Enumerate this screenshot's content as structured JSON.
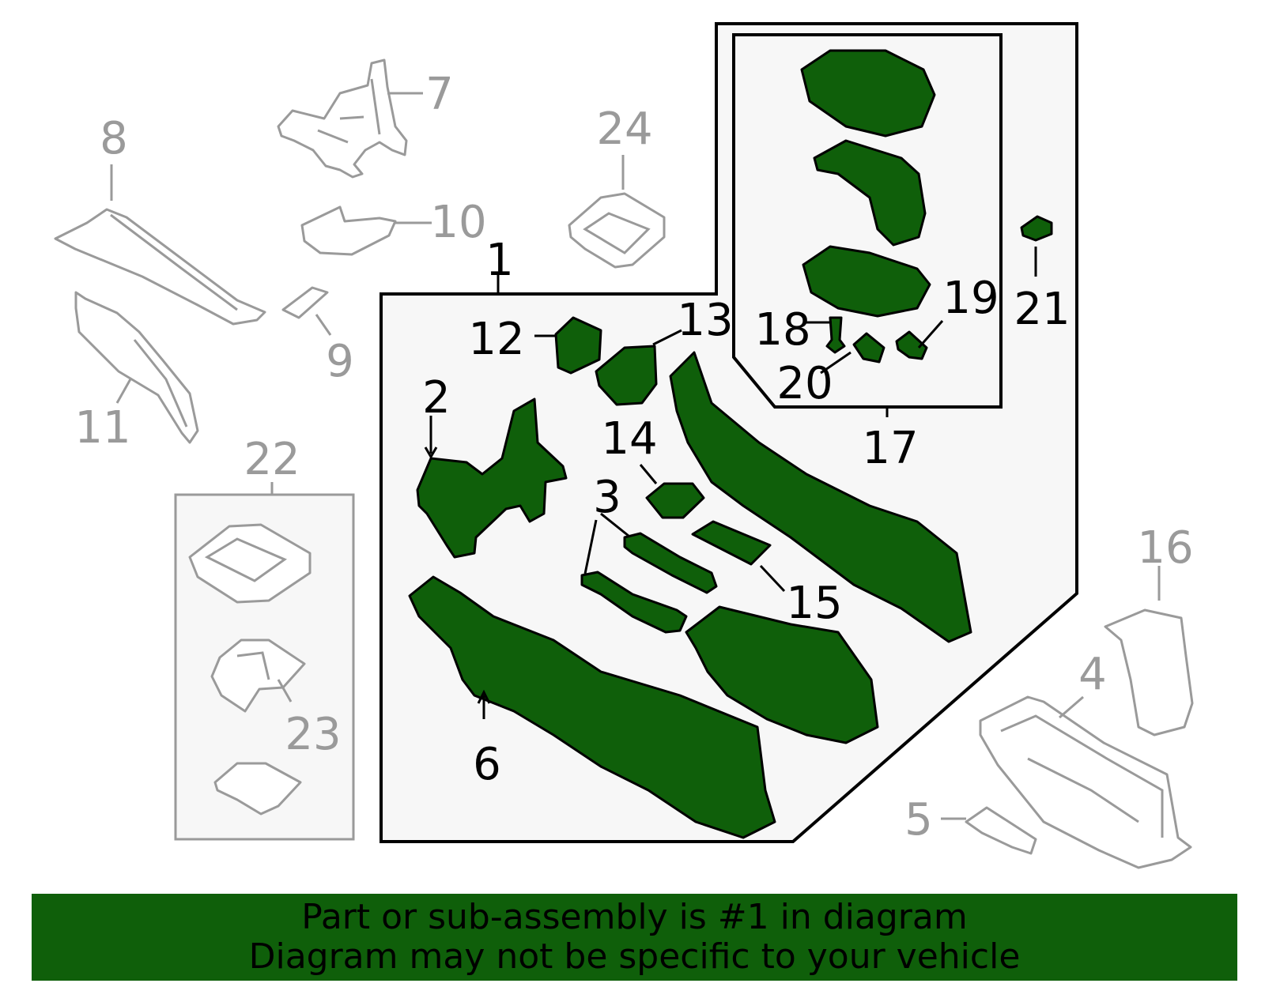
{
  "colors": {
    "highlight": "#0f5f0a",
    "inactive": "#9a9a9a",
    "outline": "#000000",
    "panel_fill": "#f7f7f7"
  },
  "callouts": {
    "c1": "1",
    "c2": "2",
    "c3": "3",
    "c4": "4",
    "c5": "5",
    "c6": "6",
    "c7": "7",
    "c8": "8",
    "c9": "9",
    "c10": "10",
    "c11": "11",
    "c12": "12",
    "c13": "13",
    "c14": "14",
    "c15": "15",
    "c16": "16",
    "c17": "17",
    "c18": "18",
    "c19": "19",
    "c20": "20",
    "c21": "21",
    "c22": "22",
    "c23": "23",
    "c24": "24"
  },
  "banner": {
    "line1": "Part or sub-assembly is #1 in diagram",
    "line2": "Diagram may not be specific to your vehicle"
  }
}
